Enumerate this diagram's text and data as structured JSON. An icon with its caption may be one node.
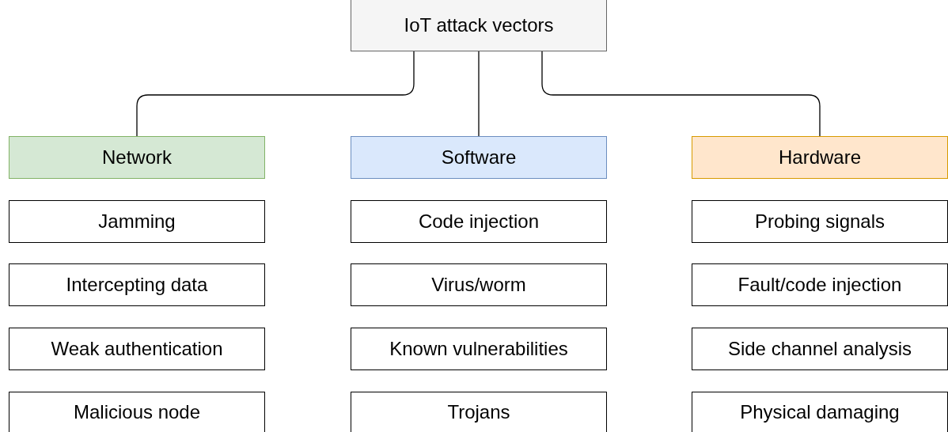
{
  "diagram": {
    "nodes": [
      {
        "text": [
          "IoT attack vectors"
        ]
      },
      {
        "text": [
          "Network"
        ]
      },
      {
        "text": [
          "Software"
        ]
      },
      {
        "text": [
          "Hardware"
        ]
      },
      {
        "text": [
          "Jamming"
        ]
      },
      {
        "text": [
          "Code injection"
        ]
      },
      {
        "text": [
          "Probing signals"
        ]
      },
      {
        "text": [
          "Intercepting data"
        ]
      },
      {
        "text": [
          "Virus/worm"
        ]
      },
      {
        "text": [
          "Fault/code injection"
        ]
      },
      {
        "text": [
          "Weak authentication"
        ]
      },
      {
        "text": [
          "Known vulnerabilities"
        ]
      },
      {
        "text": [
          "Side channel analysis"
        ]
      },
      {
        "text": [
          "Malicious node"
        ]
      },
      {
        "text": [
          "Trojans"
        ]
      },
      {
        "text": [
          "Physical damaging"
        ]
      }
    ],
    "edges": [
      {
        "from": 0,
        "to": 1,
        "arrow": "none"
      },
      {
        "from": 0,
        "to": 2,
        "arrow": "none"
      },
      {
        "from": 0,
        "to": 3,
        "arrow": "none"
      }
    ]
  }
}
